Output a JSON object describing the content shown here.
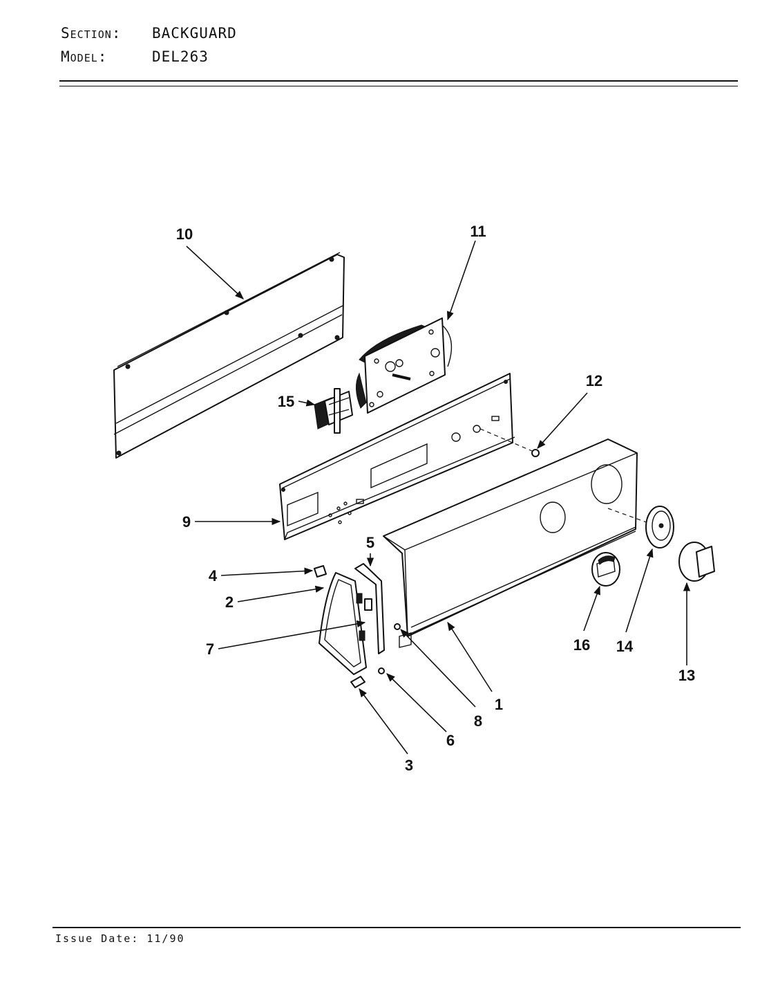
{
  "header": {
    "section_key": "Section:",
    "section_value": "BACKGUARD",
    "model_key": "Model:",
    "model_value": "DEL263"
  },
  "footer": {
    "issue_date": "Issue Date: 11/90"
  },
  "callouts": [
    "1",
    "2",
    "3",
    "4",
    "5",
    "6",
    "7",
    "8",
    "9",
    "10",
    "11",
    "12",
    "13",
    "14",
    "15",
    "16"
  ]
}
